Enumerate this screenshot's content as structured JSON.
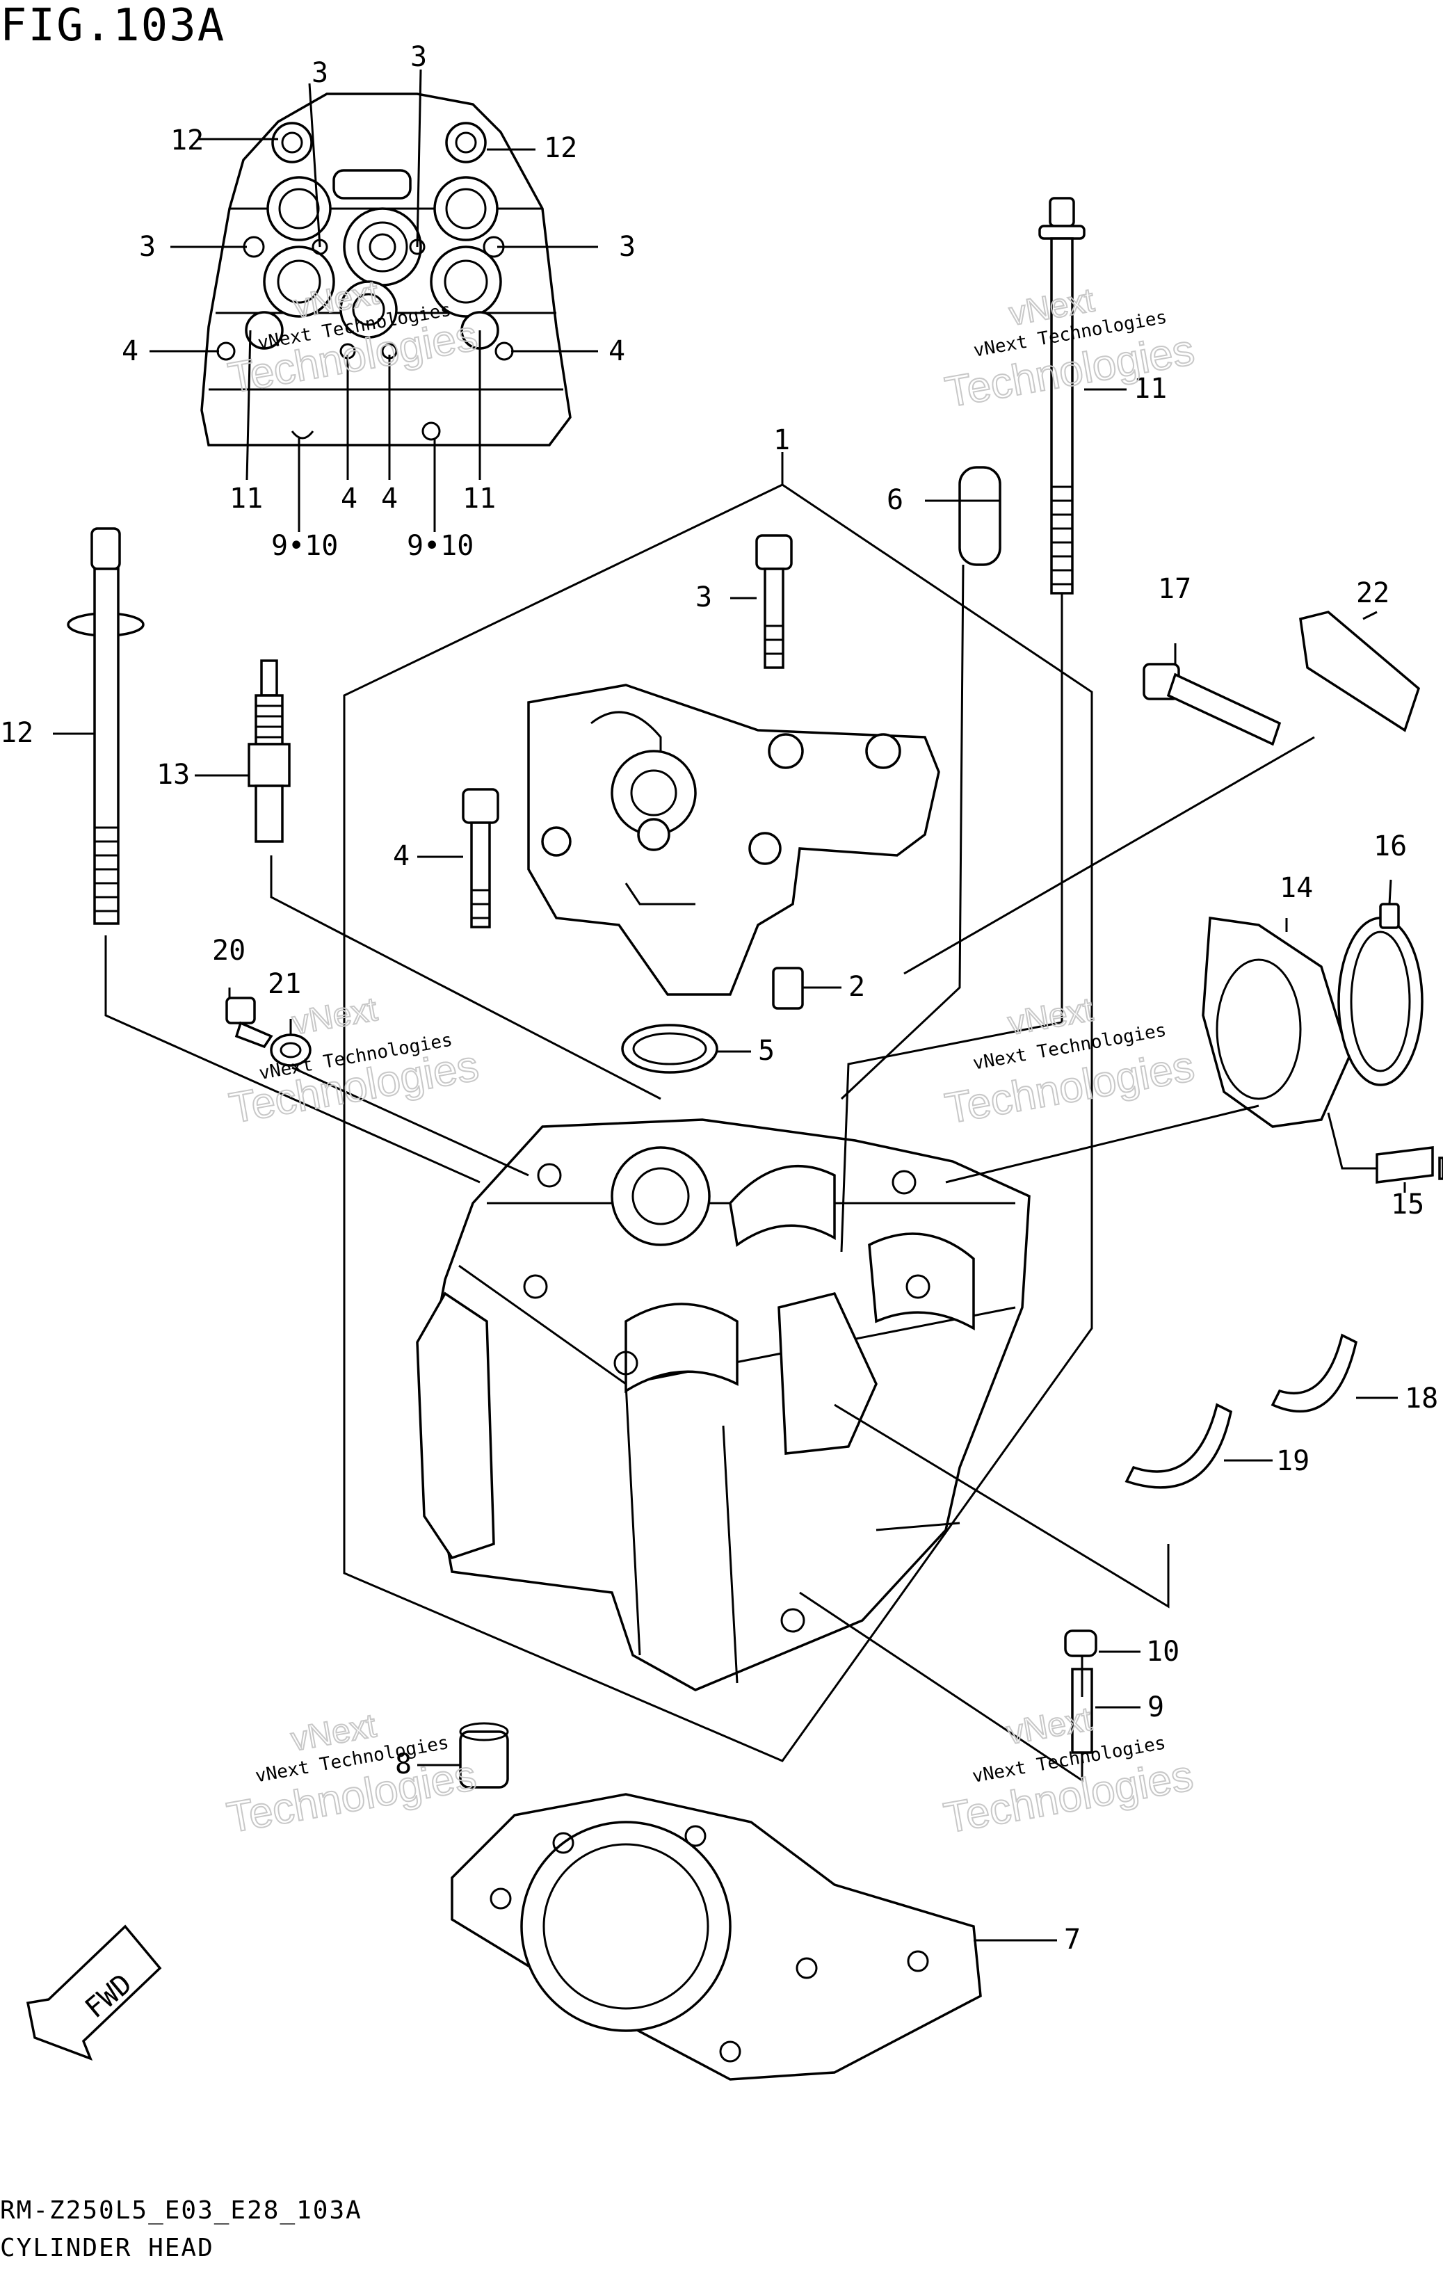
{
  "figure": {
    "title": "FIG.103A",
    "code": "RM-Z250L5_E03_E28_103A",
    "name": "CYLINDER HEAD"
  },
  "watermark": {
    "line1": "vNext",
    "line2": "vNext Technologies",
    "line3": "Technologies"
  },
  "fwd_label": "FWD",
  "callouts": {
    "c1": "1",
    "c2": "2",
    "c3": "3",
    "c4": "4",
    "c5": "5",
    "c6": "6",
    "c7": "7",
    "c8": "8",
    "c9": "9",
    "c10": "10",
    "c11": "11",
    "c12": "12",
    "c13": "13",
    "c14": "14",
    "c15": "15",
    "c16": "16",
    "c17": "17",
    "c18": "18",
    "c19": "19",
    "c20": "20",
    "c21": "21",
    "c22": "22",
    "c910": "9•10"
  }
}
